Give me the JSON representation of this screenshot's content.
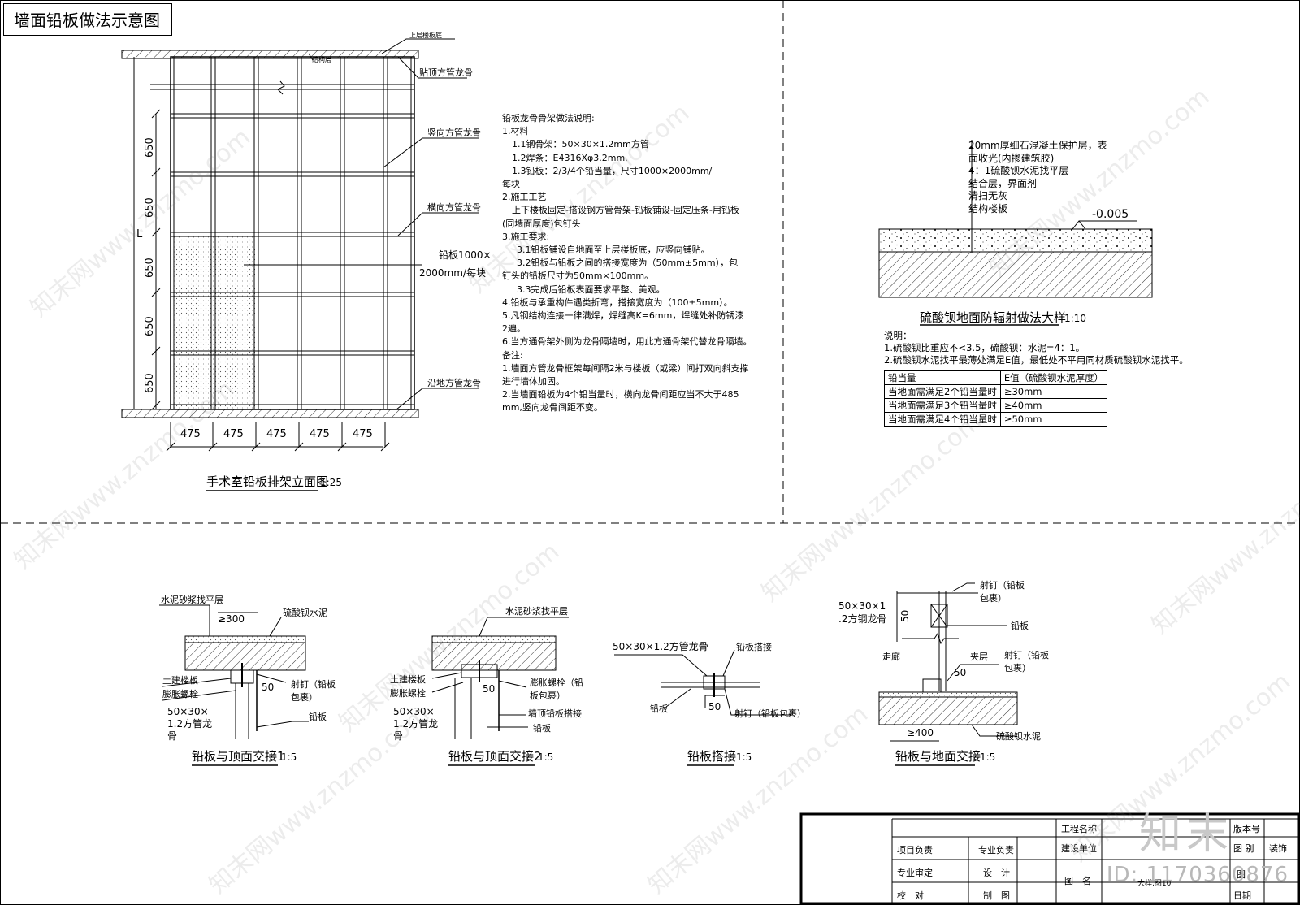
{
  "sheet_title": "墙面铅板做法示意图",
  "elevation": {
    "labels": {
      "upper_slab": "上层楼板底",
      "structure": "结构层",
      "top_tube": "贴顶方管龙骨",
      "vertical_tube": "竖向方管龙骨",
      "horizontal_tube": "横向方管龙骨",
      "lead_plate_1": "铅板1000×",
      "lead_plate_2": "2000mm/每块",
      "floor_tube": "沿地方管龙骨",
      "height_symbol": "L"
    },
    "v_dims": [
      "650",
      "650",
      "650",
      "650",
      "650"
    ],
    "h_dims": [
      "475",
      "475",
      "475",
      "475",
      "475"
    ],
    "caption": "手术室铅板排架立面图",
    "scale": "1:25"
  },
  "notes": [
    "铅板龙骨骨架做法说明:",
    "1.材料",
    "1.1钢骨架：50×30×1.2mm方管",
    "1.2焊条：E4316Xφ3.2mm.",
    "1.3铅板：2/3/4个铅当量，尺寸1000×2000mm/",
    "每块",
    "2.施工工艺",
    "上下楼板固定-搭设钢方管骨架-铅板铺设-固定压条-用铅板",
    "(同墙面厚度)包钉头",
    "3.施工要求:",
    "3.1铅板铺设自地面至上层楼板底，应竖向铺贴。",
    "3.2铅板与铅板之间的搭接宽度为（50mm±5mm），包",
    "钉头的铅板尺寸为50mm×100mm。",
    "3.3完成后铅板表面要求平整、美观。",
    "4.铅板与承重构件遇类折弯，搭接宽度为（100±5mm）。",
    "5.凡钢结构连接一律满焊，焊缝高K=6mm，焊缝处补防锈漆",
    "2遍。",
    "6.当方通骨架外侧为龙骨隔墙时，用此方通骨架代替龙骨隔墙。",
    "备注:",
    "1.墙面方管龙骨框架每间隔2米与楼板（或梁）间打双向斜支撑",
    "进行墙体加固。",
    "2.当墙面铅板为4个铅当量时，横向龙骨间距应当不大于485",
    "mm,竖向龙骨间距不变。"
  ],
  "floor_section": {
    "layers": [
      "20mm厚细石混凝土保护层，表",
      "面收光(内掺建筑胶)",
      "4：1硫酸钡水泥找平层",
      "结合层，界面剂",
      "清扫无灰",
      "结构楼板"
    ],
    "level": "-0.005",
    "caption": "硫酸钡地面防辐射做法大样",
    "scale": "1:10",
    "notes": [
      "说明：",
      "1.硫酸钡比重应不<3.5，硫酸钡：水泥=4：1。",
      "2.硫酸钡水泥找平最薄处满足E值，最低处不平用同材质硫酸钡水泥找平。"
    ],
    "table": {
      "headers": [
        "铅当量",
        "E值（硫酸钡水泥厚度）"
      ],
      "rows": [
        [
          "当地面需满足2个铅当量时",
          "≥30mm"
        ],
        [
          "当地面需满足3个铅当量时",
          "≥40mm"
        ],
        [
          "当地面需满足4个铅当量时",
          "≥50mm"
        ]
      ]
    }
  },
  "detail1": {
    "labels": [
      "水泥砂浆找平层",
      "硫酸钡水泥",
      "≥300",
      "土建楼板",
      "膨胀螺栓",
      "射钉（铅板",
      "包裹）",
      "50",
      "50×30×",
      "1.2方管龙",
      "骨",
      "铅板"
    ],
    "caption": "铅板与顶面交接1",
    "scale": "1:5"
  },
  "detail2": {
    "labels": [
      "水泥砂浆找平层",
      "土建楼板",
      "膨胀螺栓",
      "50",
      "膨胀螺栓（铅",
      "板包裹）",
      "50×30×",
      "1.2方管龙",
      "骨",
      "墙顶铅板搭接",
      "铅板"
    ],
    "caption": "铅板与顶面交接2",
    "scale": "1:5"
  },
  "detail3": {
    "labels": [
      "50×30×1.2方管龙骨",
      "铅板搭接",
      "铅板",
      "50",
      "射钉（铅板包裹）"
    ],
    "caption": "铅板搭接",
    "scale": "1:5"
  },
  "detail4": {
    "labels": [
      "50×30×1",
      ".2方钢龙骨",
      "50",
      "射钉（铅板",
      "包裹）",
      "铅板",
      "走廊",
      "夹层",
      "射钉（铅板",
      "包裹）",
      "50",
      "≥400",
      "硫酸钡水泥"
    ],
    "caption": "铅板与地面交接",
    "scale": "1:5"
  },
  "title_block": {
    "project_name": "工程名称",
    "version": "版本号",
    "project_lead": "项目负责",
    "discipline_lead": "专业负责",
    "client": "建设单位",
    "category": "图 别",
    "category_value": "装饰",
    "review": "专业审定",
    "design": "设　计",
    "drawing_name": "图　名",
    "drawing_value": "大样,图10",
    "drawing_no": "图",
    "check": "校　对",
    "draft": "制　图",
    "date": "日期"
  },
  "watermark": {
    "text": "知末网www.znzmo.com",
    "logo": "知末",
    "id": "ID: 1170360876"
  }
}
